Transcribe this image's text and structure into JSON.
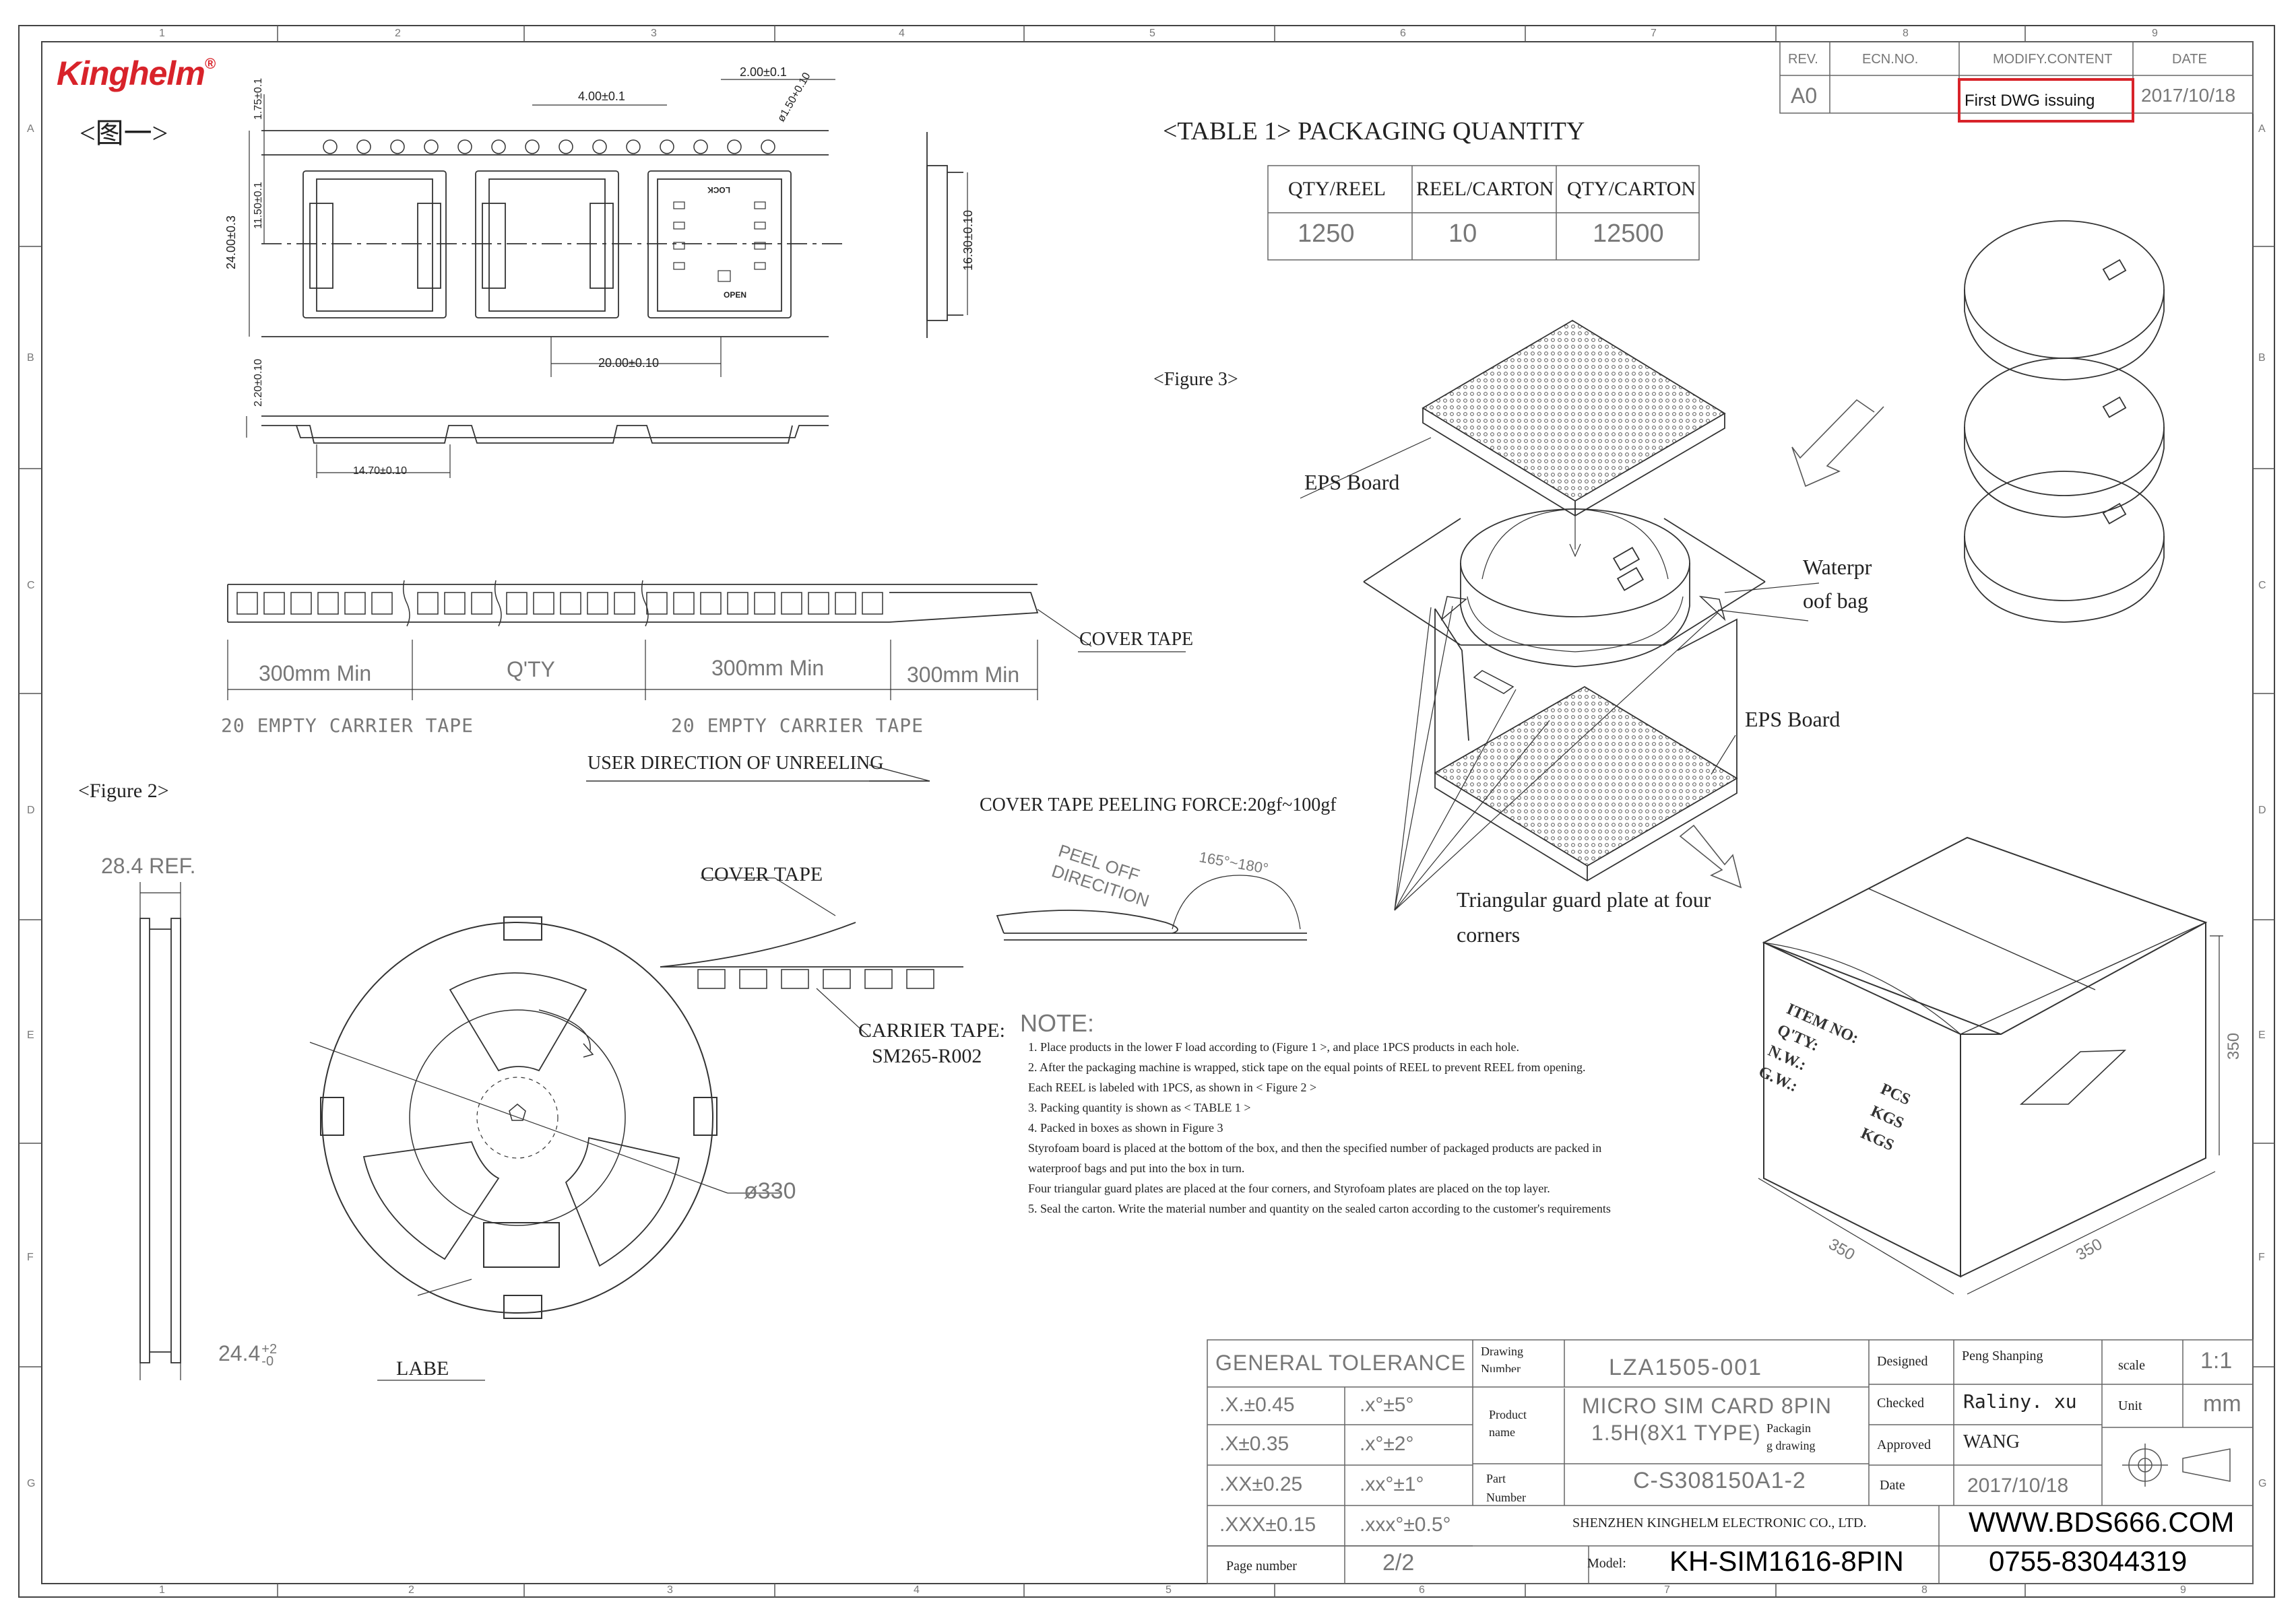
{
  "brand": {
    "logo_text": "Kinghelm",
    "logo_mark": "®",
    "logo_color": "#d8232a"
  },
  "frame": {
    "col_marks": [
      "1",
      "2",
      "3",
      "4",
      "5",
      "6",
      "7",
      "8",
      "9"
    ],
    "row_marks": [
      "A",
      "B",
      "C",
      "D",
      "E",
      "F",
      "G"
    ]
  },
  "revision": {
    "headers": [
      "REV.",
      "ECN.NO.",
      "MODIFY.CONTENT",
      "DATE"
    ],
    "row": {
      "rev": "A0",
      "ecn": "",
      "content": "First DWG issuing",
      "date": "2017/10/18"
    }
  },
  "figure1": {
    "label": "<图一>",
    "dims": {
      "pitch": "4.00±0.1",
      "hole_pitch": "2.00±0.1",
      "hole_dia": "ø1.50+0.10",
      "edge": "1.75±0.1",
      "offset": "11.50±0.1",
      "width": "24.00±0.3",
      "part_pitch": "20.00±0.10",
      "depth": "2.20±0.10",
      "pocket": "14.70±0.10",
      "height": "16.30±0.10"
    },
    "part_labels": {
      "lock": "LOCK",
      "open": "OPEN"
    }
  },
  "table1": {
    "title": "<TABLE 1> PACKAGING QUANTITY",
    "headers": [
      "QTY/REEL",
      "REEL/CARTON",
      "QTY/CARTON"
    ],
    "values": [
      "1250",
      "10",
      "12500"
    ]
  },
  "tape": {
    "cover_tape": "COVER TAPE",
    "seg1": "300mm Min",
    "seg2": "Q'TY",
    "seg3": "300mm Min",
    "seg4": "300mm Min",
    "empty1": "20 EMPTY CARRIER TAPE",
    "empty2": "20 EMPTY CARRIER TAPE",
    "direction": "USER DIRECTION OF UNREELING",
    "peel_force": "COVER TAPE PEELING FORCE:20gf~100gf",
    "peel_off": "PEEL OFF",
    "direction_word": "DIRECITION",
    "angle": "165°~180°"
  },
  "figure2": {
    "label": "<Figure 2>",
    "ref": "28.4 REF.",
    "cover_tape": "COVER TAPE",
    "carrier": "CARRIER TAPE:",
    "carrier_no": "SM265-R002",
    "dia": "ø330",
    "width": "24.4",
    "tol_plus": "+2",
    "tol_minus": "-0",
    "label_text": "LABE"
  },
  "figure3": {
    "label": "<Figure 3>",
    "eps_top": "EPS Board",
    "waterproof_1": "Waterpr",
    "waterproof_2": "oof bag",
    "eps_bottom": "EPS Board",
    "guard_1": "Triangular guard plate at four",
    "guard_2": "corners"
  },
  "carton": {
    "item": "ITEM NO:",
    "qty": "Q'TY:",
    "nw": "N.W.:",
    "gw": "G.W.:",
    "pcs": "PCS",
    "kgs1": "KGS",
    "kgs2": "KGS",
    "dim_h": "350",
    "dim_w": "350",
    "dim_d": "350"
  },
  "notes": {
    "title": "NOTE:",
    "lines": [
      "1. Place products in the lower F load according to (Figure 1 >, and place 1PCS products in each hole.",
      "2. After the packaging machine is wrapped, stick tape on the equal points of REEL to prevent REEL from opening.",
      "Each REEL is labeled with 1PCS, as shown in < Figure 2 >",
      "3. Packing quantity is shown as < TABLE 1 >",
      "4. Packed in boxes as shown in Figure 3",
      "Styrofoam board is placed at the bottom of the box, and then the specified number of packaged products are packed in",
      "waterproof bags and put into the box in turn.",
      "Four triangular guard plates are placed at the four corners, and Styrofoam plates are placed on the top layer.",
      "5. Seal the carton. Write the material number and quantity on the sealed carton according to the customer's requirements"
    ]
  },
  "title_block": {
    "general_tolerance": "GENERAL TOLERANCE",
    "tol_rows": [
      [
        ".X.±0.45",
        ".x°±5°"
      ],
      [
        ".X±0.35",
        ".x°±2°"
      ],
      [
        ".XX±0.25",
        ".xx°±1°"
      ],
      [
        ".XXX±0.15",
        ".xxx°±0.5°"
      ]
    ],
    "page_label": "Page number",
    "page_value": "2/2",
    "drawing_number_label": "Drawing Number",
    "drawing_number": "LZA1505-001",
    "product_name_label": "Product name",
    "product_name_1": "MICRO SIM CARD 8PIN",
    "product_name_2": "1.5H(8X1 TYPE)",
    "packaging_label_1": "Packagin",
    "packaging_label_2": "g drawing",
    "part_number_label": "Part Number",
    "part_number": "C-S308150A1-2",
    "company": "SHENZHEN KINGHELM ELECTRONIC CO., LTD.",
    "model_label": "Model:",
    "model": "KH-SIM1616-8PIN",
    "designed_label": "Designed",
    "designed": "Peng Shanping",
    "checked_label": "Checked",
    "checked": "Raliny. xu",
    "approved_label": "Approved",
    "approved": "WANG",
    "date_label": "Date",
    "date": "2017/10/18",
    "scale_label": "scale",
    "scale": "1:1",
    "unit_label": "Unit",
    "unit": "mm",
    "website": "WWW.BDS666.COM",
    "phone": "0755-83044319"
  }
}
